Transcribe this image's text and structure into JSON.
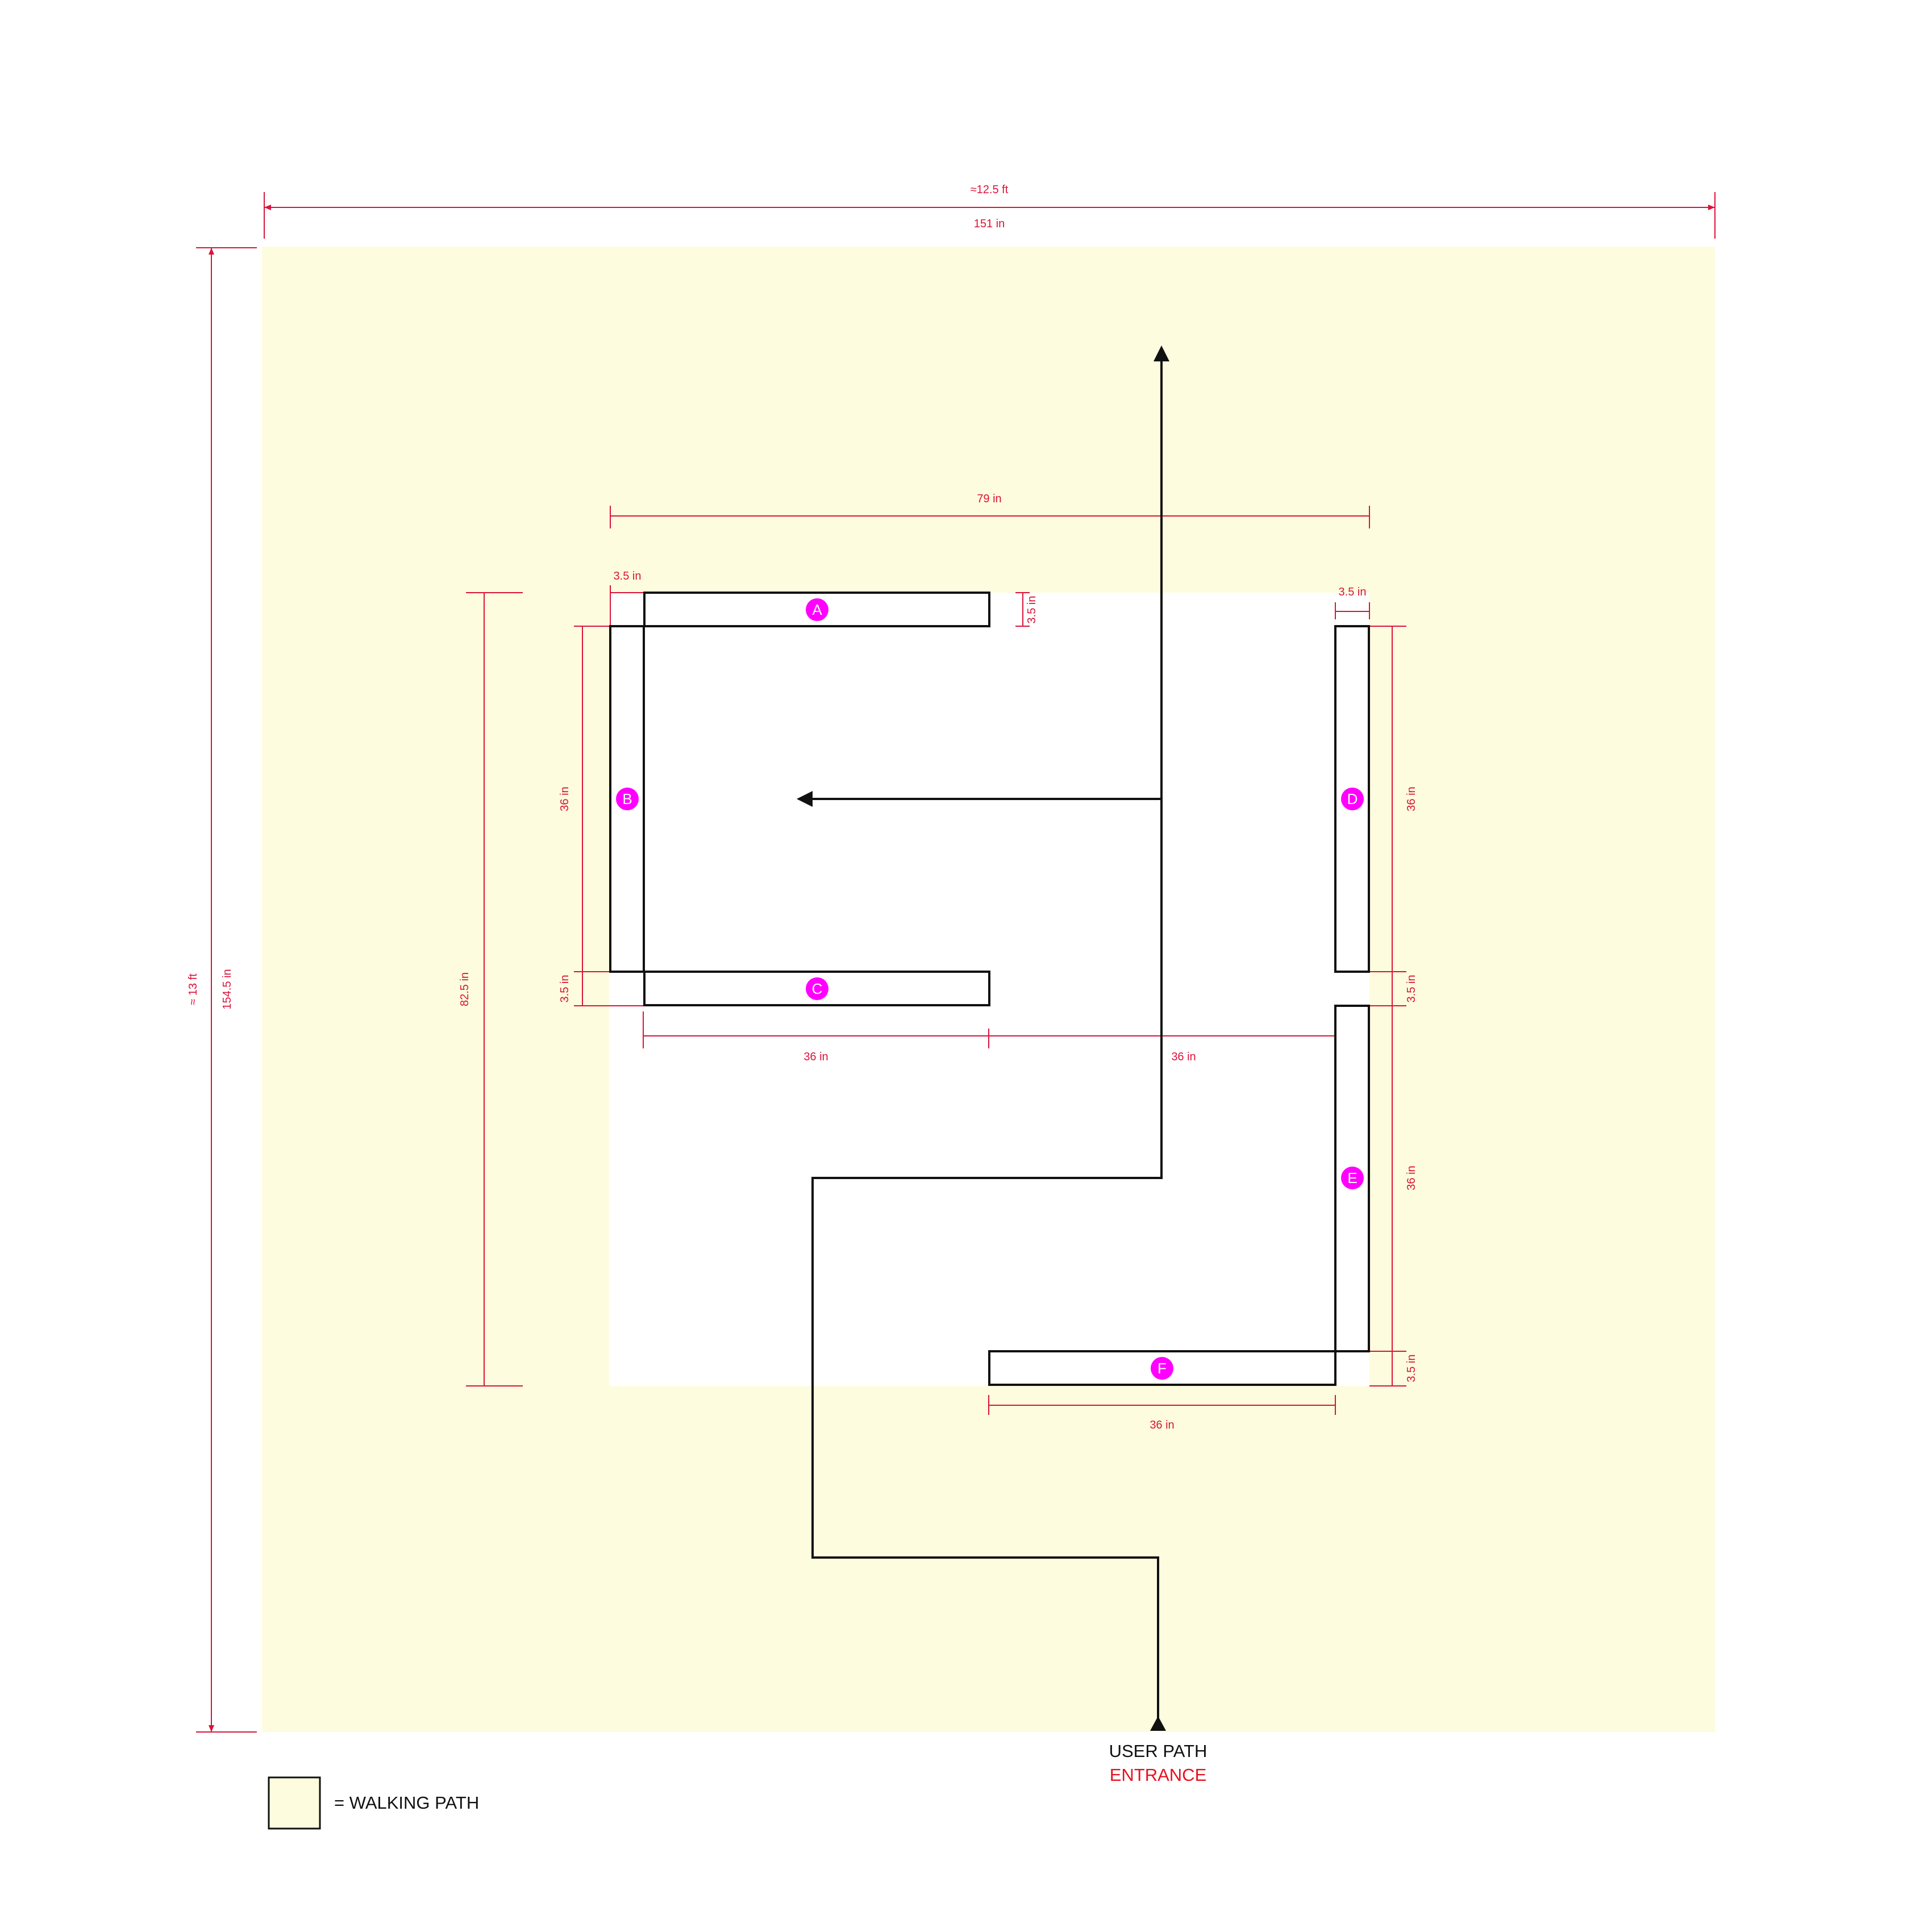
{
  "colors": {
    "walking_path": "#fdfcde",
    "dimension": "#d9143a",
    "wall_stroke": "#111111",
    "marker": "#ff00ff",
    "entrance": "#e8111f"
  },
  "dimensions": {
    "overall_width_ft": "≈12.5 ft",
    "overall_width_in": "151 in",
    "overall_height_ft": "≈ 13 ft",
    "overall_height_in": "154.5 in",
    "inner_height": "82.5 in",
    "inner_width": "79 in",
    "wall_a_offset": "3.5 in",
    "wall_a_thickness": "3.5 in",
    "wall_d_thickness": "3.5 in",
    "wall_b_length": "36 in",
    "wall_c_thickness": "3.5 in",
    "wall_c_length": "36 in",
    "gap_c_e": "36 in",
    "wall_d_length": "36 in",
    "gap_d_e": "3.5 in",
    "wall_e_length": "36 in",
    "wall_f_thickness": "3.5 in",
    "wall_f_length": "36 in"
  },
  "markers": {
    "a": "A",
    "b": "B",
    "c": "C",
    "d": "D",
    "e": "E",
    "f": "F"
  },
  "labels": {
    "user_path": "USER PATH",
    "entrance": "ENTRANCE",
    "legend": "= WALKING PATH"
  }
}
